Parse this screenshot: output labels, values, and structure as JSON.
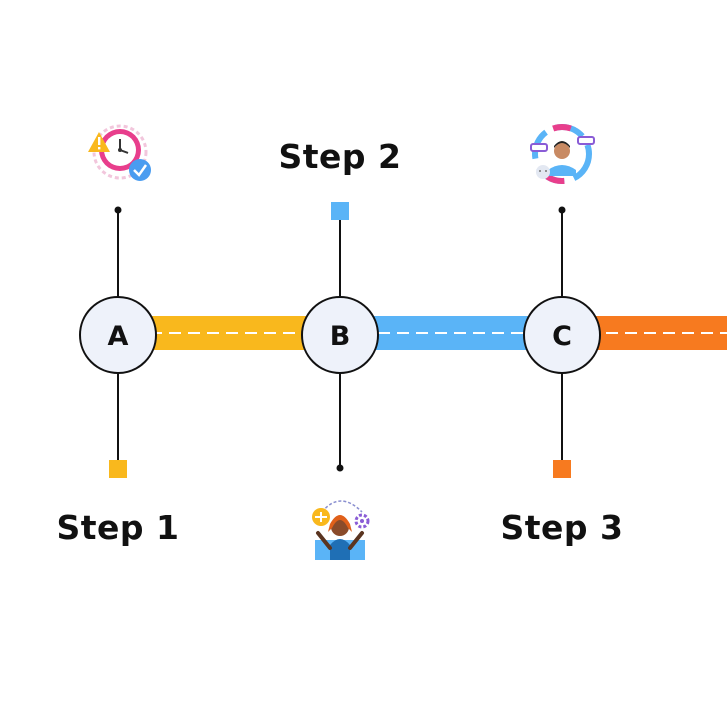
{
  "steps": [
    {
      "letter": "A",
      "label": "Step 1",
      "color": "#F9B81D",
      "icon": "alarm-clock-check-icon"
    },
    {
      "letter": "B",
      "label": "Step 2",
      "color": "#5AB4F7",
      "icon": "person-multitasking-icon"
    },
    {
      "letter": "C",
      "label": "Step 3",
      "color": "#F77A1F",
      "icon": "user-profile-feedback-icon"
    }
  ],
  "colors": {
    "line": "#111111",
    "node_fill": "#EEF2FA",
    "dash": "#ffffff"
  }
}
